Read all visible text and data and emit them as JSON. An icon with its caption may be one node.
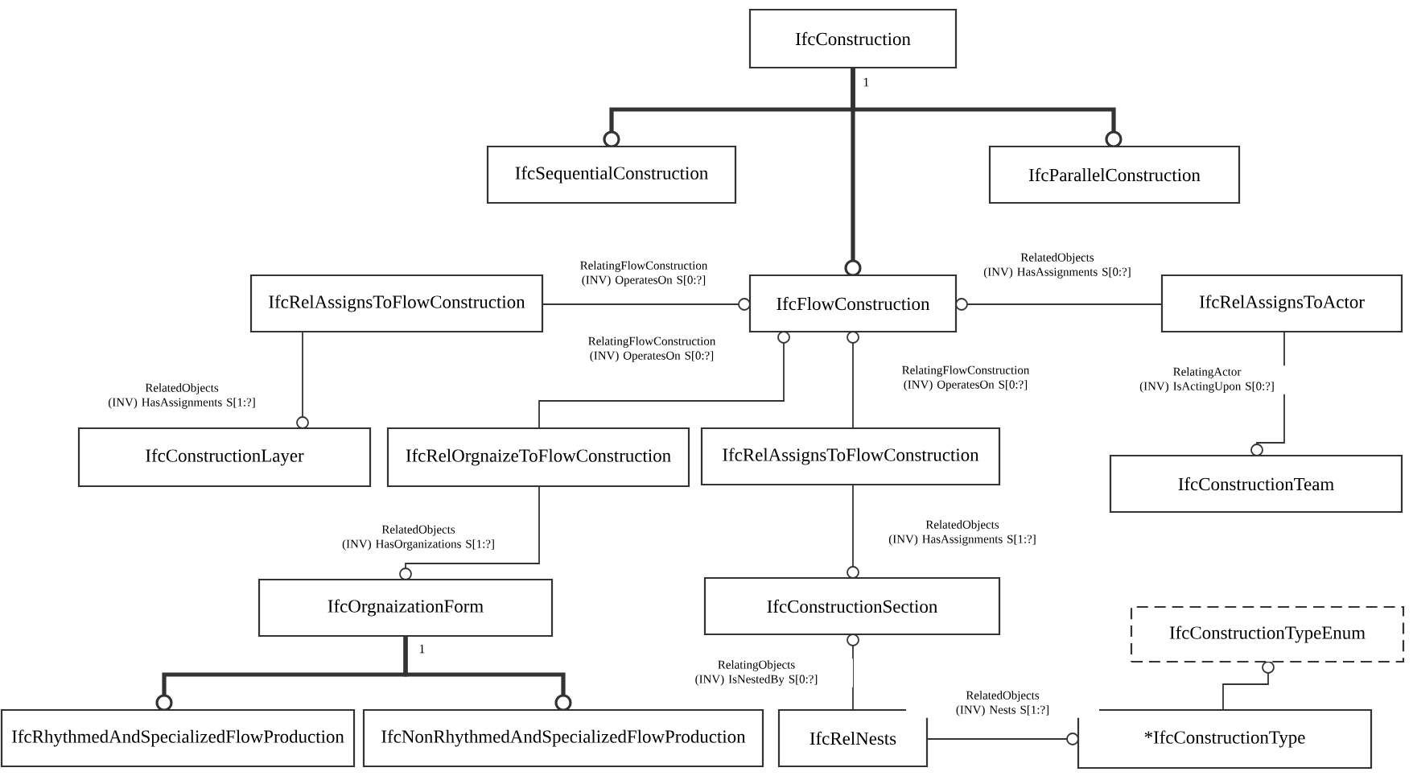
{
  "diagram": {
    "nodes": [
      {
        "text": [
          "IfcConstruction"
        ]
      },
      {
        "text": [
          "IfcSequentialConstruction"
        ]
      },
      {
        "text": [
          "IfcParallelConstruction"
        ]
      },
      {
        "text": [
          "IfcFlowConstruction"
        ]
      },
      {
        "text": [
          "IfcRelAssignsToFlowConstruction"
        ]
      },
      {
        "text": [
          "IfcRelAssignsToActor"
        ]
      },
      {
        "text": [
          "IfcConstructionLayer"
        ]
      },
      {
        "text": [
          "IfcRelOrgnaizeToFlowConstruction"
        ]
      },
      {
        "text": [
          "IfcRelAssignsToFlowConstruction"
        ]
      },
      {
        "text": [
          "IfcConstructionTeam"
        ]
      },
      {
        "text": [
          "IfcOrgnaizationForm"
        ]
      },
      {
        "text": [
          "IfcRhythmedAndSpecializedFlowProduction"
        ]
      },
      {
        "text": [
          "IfcNonRhythmedAndSpecializedFlowProduction"
        ]
      },
      {
        "text": [
          "IfcConstructionSection"
        ]
      },
      {
        "text": [
          "IfcRelNests"
        ]
      },
      {
        "text": [
          "IfcConstructionTypeEnum"
        ]
      },
      {
        "text": [
          "*IfcConstructionType"
        ]
      }
    ],
    "edges": [
      {
        "from": 0,
        "to": 1,
        "arrow": "other",
        "style": "thick"
      },
      {
        "from": 0,
        "to": 2,
        "arrow": "other",
        "style": "thick"
      },
      {
        "from": 0,
        "to": 3,
        "arrow": "other",
        "style": "thick"
      },
      {
        "from": 4,
        "to": 3,
        "arrow": "other",
        "label": "RelatingFlowConstruction (INV) OperatesOn S[0:?]"
      },
      {
        "from": 5,
        "to": 3,
        "arrow": "other",
        "label": "RelatedObjects (INV) HasAssignments S[0:?]"
      },
      {
        "from": 4,
        "to": 6,
        "arrow": "other",
        "label": "RelatedObjects (INV) HasAssignments S[1:?]"
      },
      {
        "from": 7,
        "to": 3,
        "arrow": "other",
        "label": "RelatingFlowConstruction (INV) OperatesOn S[0:?]"
      },
      {
        "from": 8,
        "to": 3,
        "arrow": "other",
        "label": "RelatingFlowConstruction (INV) OperatesOn S[0:?]"
      },
      {
        "from": 5,
        "to": 9,
        "arrow": "other",
        "label": "RelatingActor (INV) IsActingUpon S[0:?]"
      },
      {
        "from": 7,
        "to": 10,
        "arrow": "other",
        "label": "RelatedObjects (INV) HasOrganizations S[1:?]"
      },
      {
        "from": 10,
        "to": 11,
        "arrow": "other",
        "style": "thick"
      },
      {
        "from": 10,
        "to": 12,
        "arrow": "other",
        "style": "thick"
      },
      {
        "from": 8,
        "to": 13,
        "arrow": "other",
        "label": "RelatedObjects (INV) HasAssignments S[1:?]"
      },
      {
        "from": 14,
        "to": 13,
        "arrow": "other",
        "label": "RelatingObjects (INV) IsNestedBy S[0:?]"
      },
      {
        "from": 14,
        "to": 16,
        "arrow": "other",
        "label": "RelatedObjects (INV) Nests S[1:?]"
      },
      {
        "from": 16,
        "to": 15,
        "arrow": "other"
      }
    ],
    "labels": [
      "1",
      "1"
    ]
  }
}
